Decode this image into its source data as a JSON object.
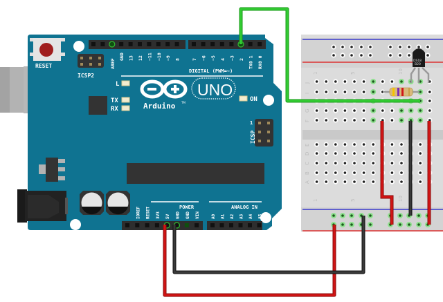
{
  "board": {
    "name": "Arduino UNO",
    "logo_text": "Arduino",
    "model": "UNO",
    "reset_label": "RESET",
    "icsp2_label": "ICSP2",
    "icsp_label": "ICSP",
    "icsp_pin1": "1",
    "led_l": "L",
    "led_tx": "TX",
    "led_rx": "RX",
    "led_on": "ON",
    "digital_header_label": "DIGITAL (PWM=~)",
    "power_header_label": "POWER",
    "analog_header_label": "ANALOG IN",
    "top_pins": [
      "AREF",
      "GND",
      "13",
      "12",
      "~11",
      "~10",
      "~9",
      "8",
      "7",
      "~6",
      "~5",
      "4",
      "~3",
      "2",
      "TX0 1",
      "RX0 0"
    ],
    "power_pins": [
      "IOREF",
      "RESET",
      "3V3",
      "5V",
      "GND",
      "GND",
      "VIN"
    ],
    "analog_pins": [
      "A0",
      "A1",
      "A2",
      "A3",
      "A4",
      "A5"
    ],
    "colors": {
      "pcb": "#0f7391",
      "header": "#333333",
      "silk": "#ffffff"
    }
  },
  "breadboard": {
    "row_labels": [
      "J",
      "I",
      "H",
      "G",
      "F",
      "E",
      "D",
      "C",
      "B",
      "A"
    ],
    "column_labels": [
      "1",
      "5",
      "10"
    ]
  },
  "components": {
    "sensor": {
      "name": "DS18B20",
      "line1": "DS18",
      "line2": "B20"
    },
    "resistor": {
      "name": "4.7k resistor",
      "bands": [
        "#f5c400",
        "#7a2bb5",
        "#d0161a",
        "#c9a24a"
      ]
    }
  },
  "wires": [
    {
      "name": "data-wire",
      "from": "D2",
      "to": "breadboard",
      "color": "#22bb22"
    },
    {
      "name": "5v-wire",
      "from": "5V",
      "to": "power rail +",
      "color": "#cc1111"
    },
    {
      "name": "gnd-wire",
      "from": "GND",
      "to": "power rail -",
      "color": "#222222"
    }
  ]
}
